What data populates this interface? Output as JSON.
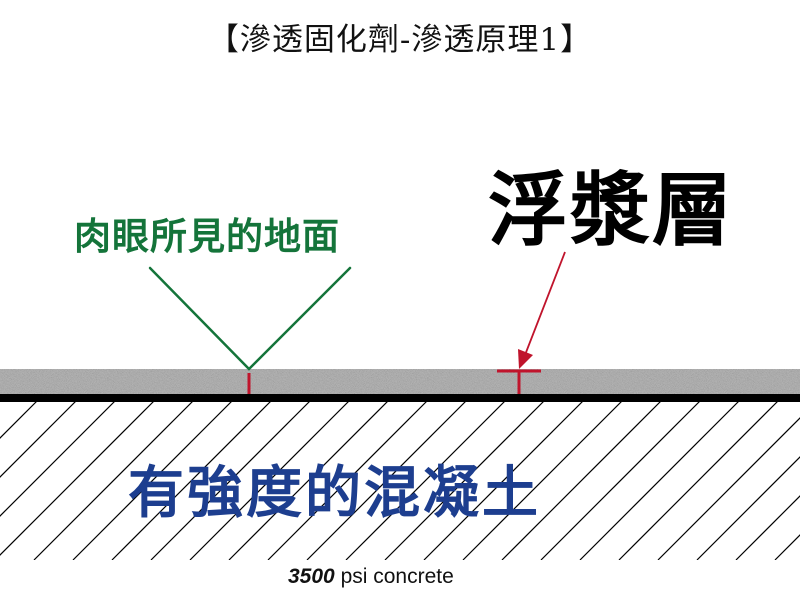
{
  "title": "【滲透固化劑-滲透原理1】",
  "labels": {
    "visible_surface": "肉眼所見的地面",
    "laitance": "浮漿層",
    "strong_concrete": "有強度的混凝土"
  },
  "caption": {
    "strength": "3500",
    "unit": "psi concrete"
  },
  "colors": {
    "visible_surface": "#14743a",
    "laitance": "#000000",
    "strong_concrete": "#1d3e8f",
    "marker": "#c0142c",
    "laitance_layer": "#b8b8b8"
  }
}
